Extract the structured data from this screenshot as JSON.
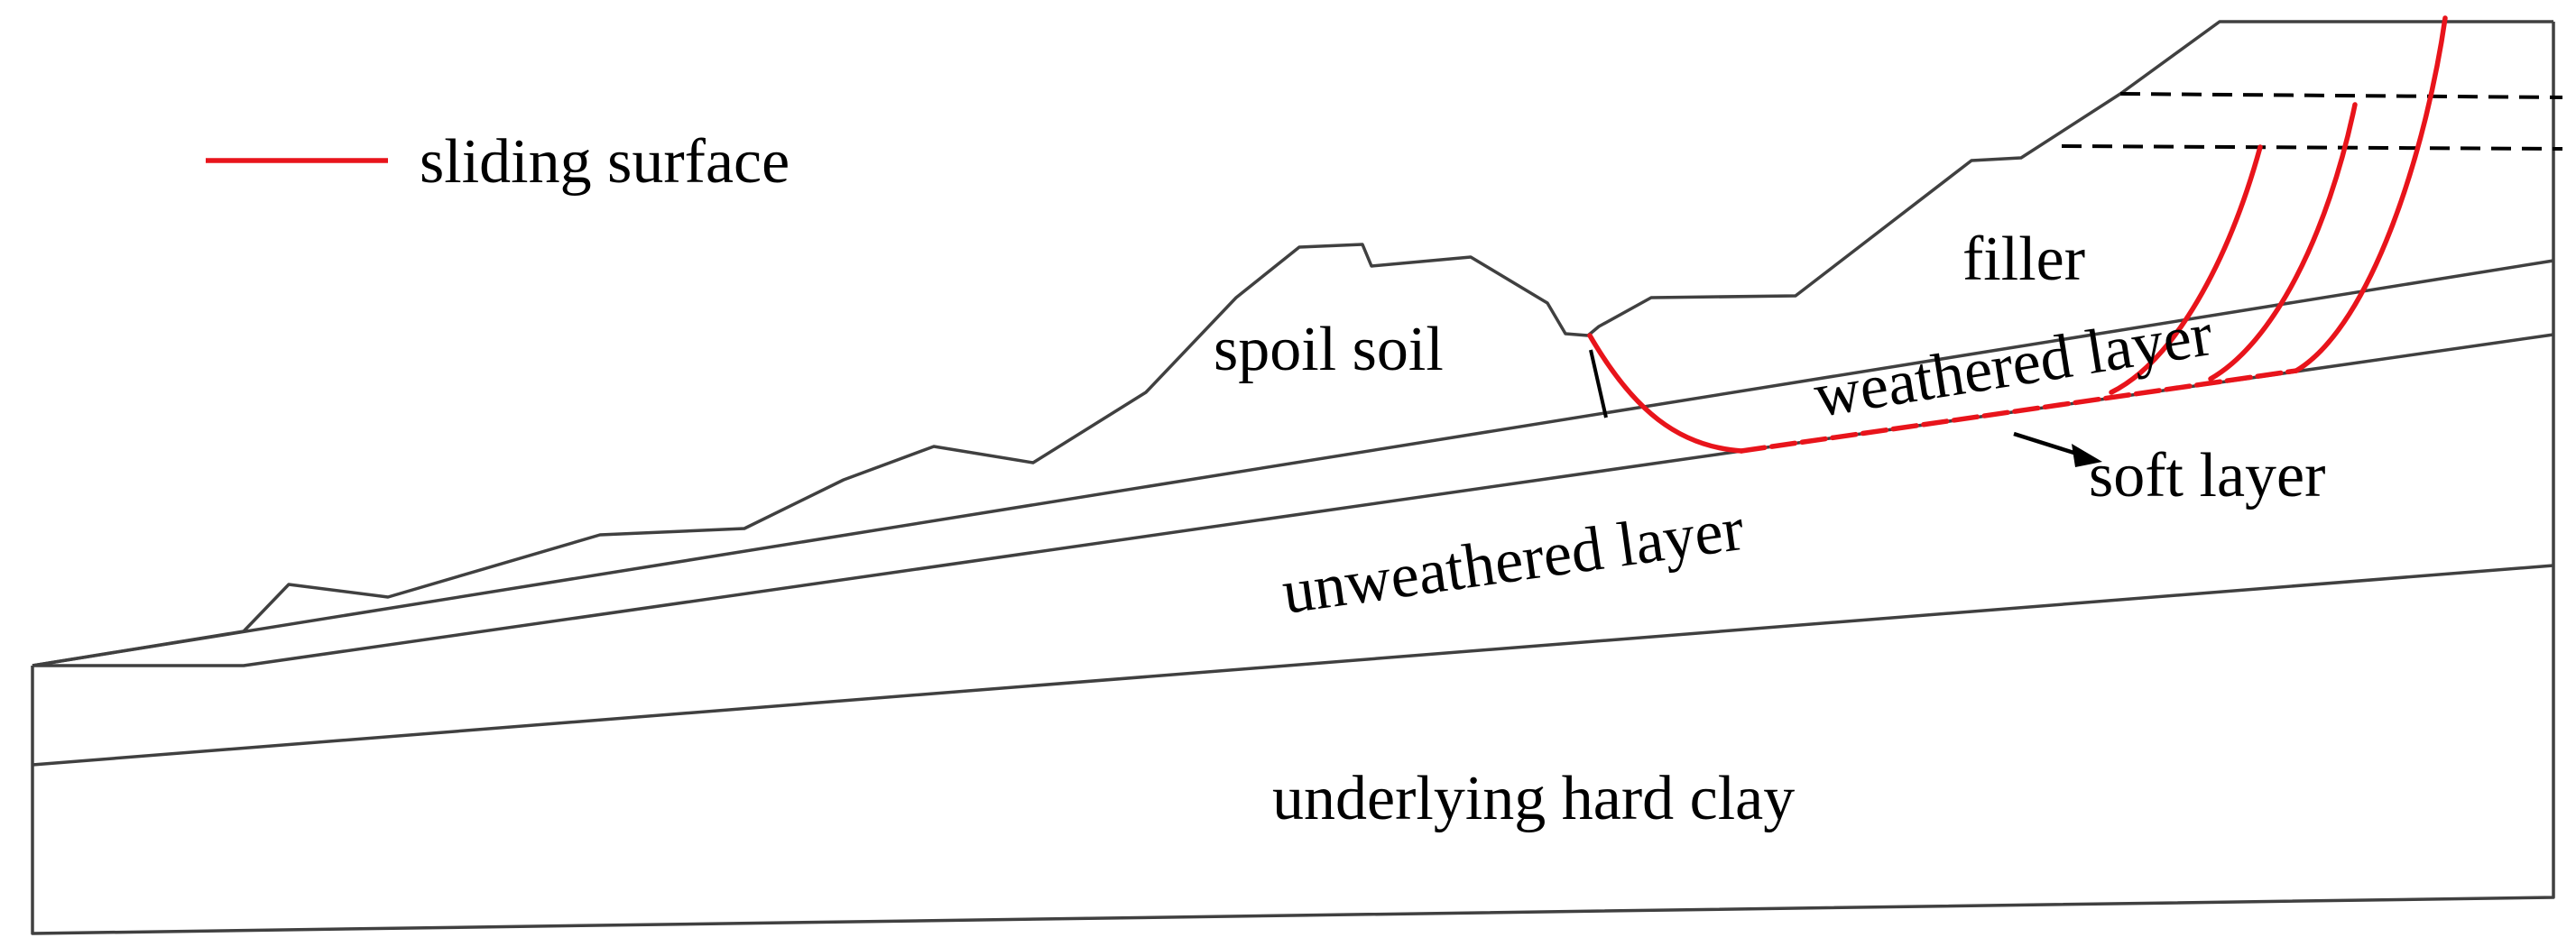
{
  "legend": {
    "sliding_surface_label": "sliding surface",
    "sliding_surface_color": "#e8141b"
  },
  "labels": {
    "spoil_soil": "spoil soil",
    "filler": "filler",
    "weathered_layer": "weathered layer",
    "soft_layer": "soft layer",
    "unweathered_layer": "unweathered layer",
    "underlying_hard_clay": "underlying hard clay"
  },
  "colors": {
    "outline": "#404040",
    "text": "#000000"
  }
}
